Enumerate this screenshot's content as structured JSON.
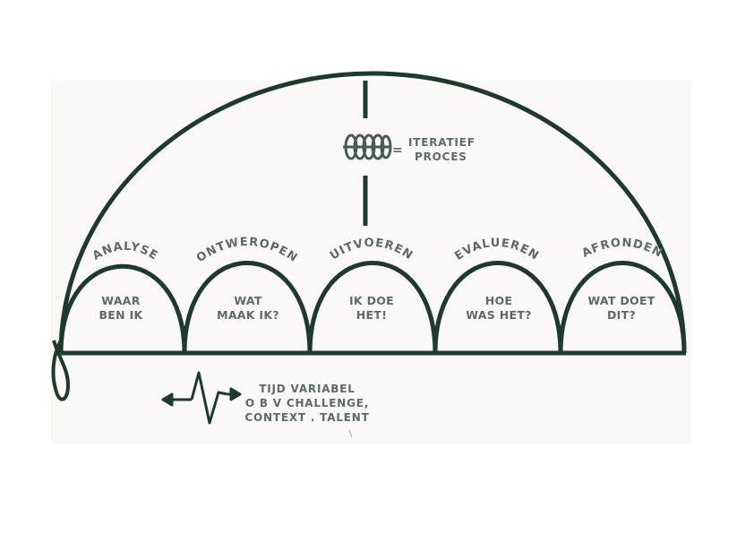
{
  "colors": {
    "line": "#1e3a2c",
    "text": "#5d6b63",
    "panel": "#fbf9f8"
  },
  "legend": {
    "icon": "coil-icon",
    "symbol": "=",
    "lines": [
      "ITERATIEF",
      "PROCES"
    ]
  },
  "phases": [
    {
      "title": "ANALYSE",
      "text": [
        "WAAR",
        "BEN IK"
      ]
    },
    {
      "title": "ONTWEROPEN",
      "text": [
        "WAT",
        "MAAK IK?"
      ]
    },
    {
      "title": "UITVOEREN",
      "text": [
        "IK DOE",
        "HET!"
      ]
    },
    {
      "title": "EVALUEREN",
      "text": [
        "HOE",
        "WAS HET?"
      ]
    },
    {
      "title": "AFRONDEN",
      "text": [
        "WAT DOET",
        "DIT?"
      ]
    }
  ],
  "time_note": {
    "icon": "time-wave-icon",
    "lines": [
      "TIJD VARIABEL",
      "O B V CHALLENGE,",
      "CONTEXT . TALENT"
    ]
  }
}
